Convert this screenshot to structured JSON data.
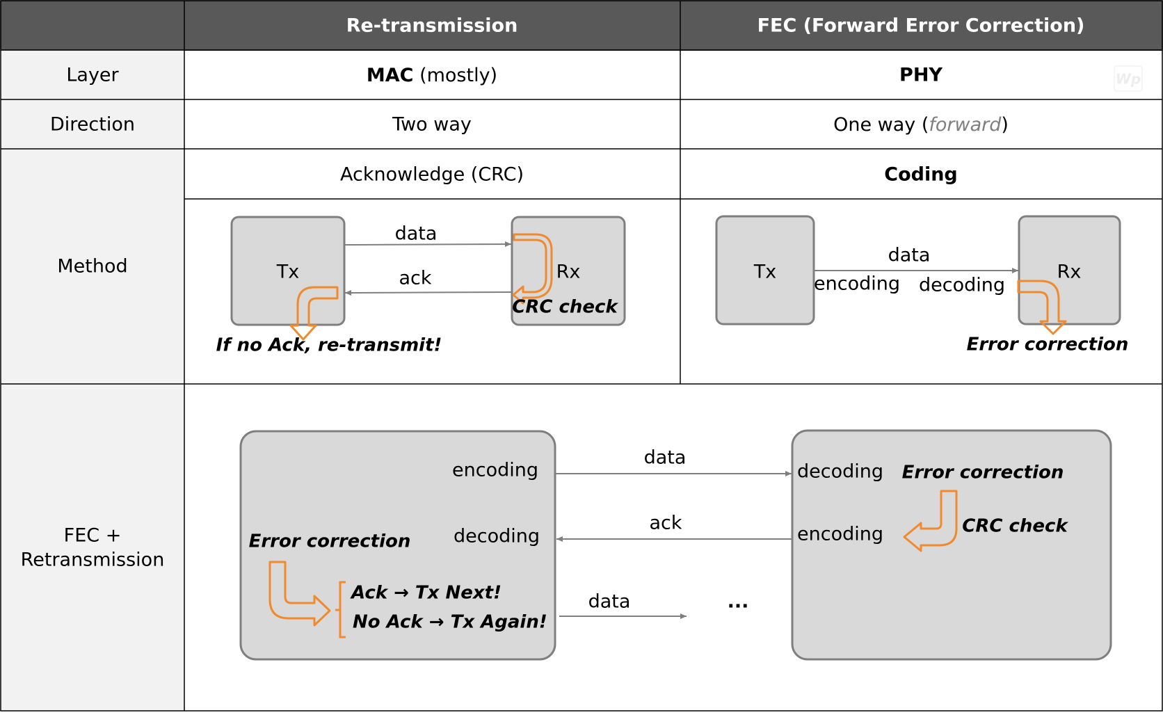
{
  "header": {
    "col1": "Re-transmission",
    "col2": "FEC (Forward Error Correction)"
  },
  "rows": {
    "layer": {
      "label": "Layer",
      "col1_bold": "MAC",
      "col1_rest": " (mostly)",
      "col2": "PHY"
    },
    "direction": {
      "label": "Direction",
      "col1": "Two way",
      "col2_pre": "One way (",
      "col2_italic": "forward",
      "col2_post": ")"
    },
    "method": {
      "label": "Method",
      "col1": "Acknowledge (CRC)",
      "col2": "Coding"
    },
    "combo": {
      "label_line1": "FEC +",
      "label_line2": "Retransmission"
    }
  },
  "retx_diagram": {
    "tx": "Tx",
    "rx": "Rx",
    "data": "data",
    "ack": "ack",
    "crc": "CRC check",
    "note": "If no Ack, re-transmit!"
  },
  "fec_diagram": {
    "tx": "Tx",
    "rx": "Rx",
    "data": "data",
    "encoding": "encoding",
    "decoding": "decoding",
    "note": "Error correction"
  },
  "combo_diagram": {
    "left_encoding": "encoding",
    "left_decoding": "decoding",
    "left_error": "Error correction",
    "ack_next": "Ack → Tx Next!",
    "noack_again": "No Ack → Tx Again!",
    "data1": "data",
    "ack": "ack",
    "data2": "data",
    "ellipsis": "...",
    "right_decoding": "decoding",
    "right_encoding": "encoding",
    "right_error": "Error correction",
    "right_crc": "CRC check"
  },
  "colors": {
    "header_bg": "#595959",
    "label_bg": "#f2f2f2",
    "box_fill": "#d9d9d9",
    "box_stroke": "#7f7f7f",
    "accent": "#f08a2e",
    "arrow": "#7f7f7f"
  }
}
